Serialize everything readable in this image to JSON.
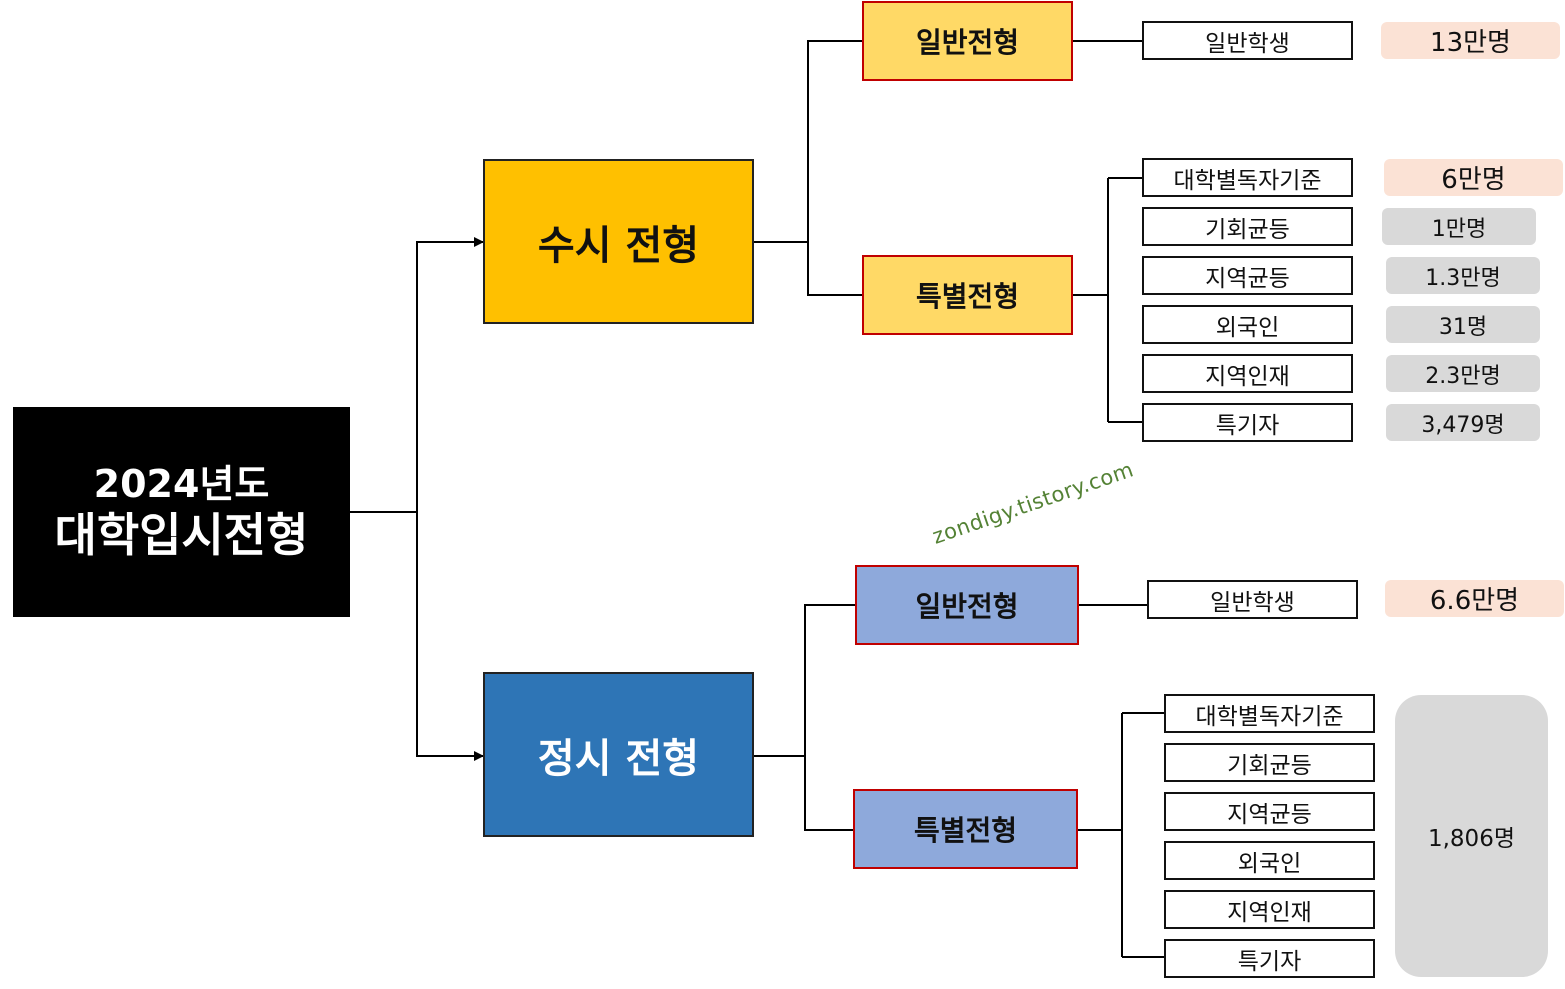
{
  "root": {
    "line1": "2024년도",
    "line2": "대학입시전형"
  },
  "susi": {
    "title": "수시 전형",
    "general": {
      "label": "일반전형",
      "leaf": "일반학생",
      "count": "13만명"
    },
    "special": {
      "label": "특별전형",
      "items": [
        {
          "label": "대학별독자기준",
          "count": "6만명"
        },
        {
          "label": "기회균등",
          "count": "1만명"
        },
        {
          "label": "지역균등",
          "count": "1.3만명"
        },
        {
          "label": "외국인",
          "count": "31명"
        },
        {
          "label": "지역인재",
          "count": "2.3만명"
        },
        {
          "label": "특기자",
          "count": "3,479명"
        }
      ]
    }
  },
  "jeongsi": {
    "title": "정시 전형",
    "general": {
      "label": "일반전형",
      "leaf": "일반학생",
      "count": "6.6만명"
    },
    "special": {
      "label": "특별전형",
      "items": [
        {
          "label": "대학별독자기준"
        },
        {
          "label": "기회균등"
        },
        {
          "label": "지역균등"
        },
        {
          "label": "외국인"
        },
        {
          "label": "지역인재"
        },
        {
          "label": "특기자"
        }
      ],
      "total": "1,806명"
    }
  },
  "watermark": "zondigy.tistory.com",
  "colors": {
    "root": "#000000",
    "susi": "#FFC000",
    "susi_sub": "#FFD966",
    "jeongsi": "#2E75B6",
    "jeongsi_sub": "#8EA9DB",
    "sub_border": "#C00000",
    "count_highlight": "#FBE2D5",
    "count_neutral": "#D9D9D9",
    "watermark": "#548235"
  }
}
